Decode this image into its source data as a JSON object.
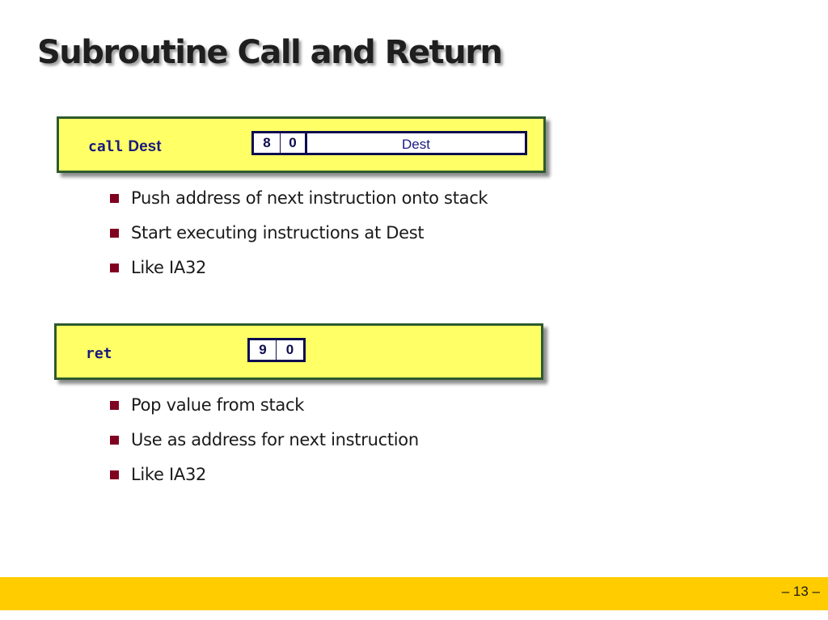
{
  "title": "Subroutine Call and Return",
  "call": {
    "mnemonic": "call",
    "operand": "Dest",
    "encoding": {
      "nibble_hi": "8",
      "nibble_lo": "0",
      "field": "Dest"
    },
    "bullets": [
      "Push address of next instruction onto stack",
      "Start executing instructions at Dest",
      "Like IA32"
    ]
  },
  "ret": {
    "mnemonic": "ret",
    "encoding": {
      "nibble_hi": "9",
      "nibble_lo": "0"
    },
    "bullets": [
      "Pop value from stack",
      "Use as address for next instruction",
      "Like IA32"
    ]
  },
  "footer": {
    "page_number": "– 13 –"
  },
  "colors": {
    "box_fill": "#ffff66",
    "box_border": "#2e5a2e",
    "footer_bar": "#ffcc00",
    "bullet": "#800020",
    "code_text": "#1a1a80"
  }
}
